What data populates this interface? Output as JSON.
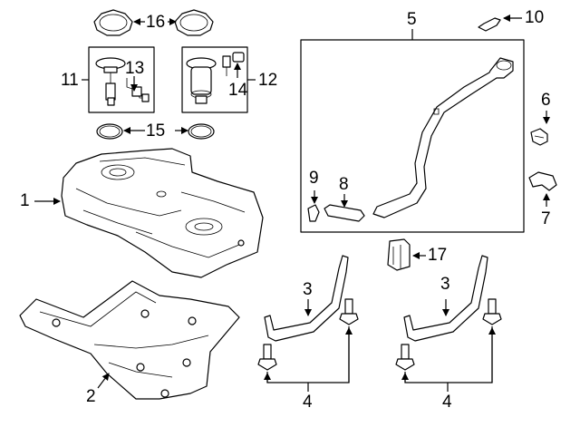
{
  "callouts": {
    "c1": "1",
    "c2": "2",
    "c3a": "3",
    "c3b": "3",
    "c4a": "4",
    "c4b": "4",
    "c5": "5",
    "c6": "6",
    "c7": "7",
    "c8": "8",
    "c9": "9",
    "c10": "10",
    "c11": "11",
    "c12": "12",
    "c13": "13",
    "c14": "14",
    "c15": "15",
    "c16": "16",
    "c17": "17"
  },
  "colors": {
    "line": "#000000",
    "background": "#ffffff"
  }
}
